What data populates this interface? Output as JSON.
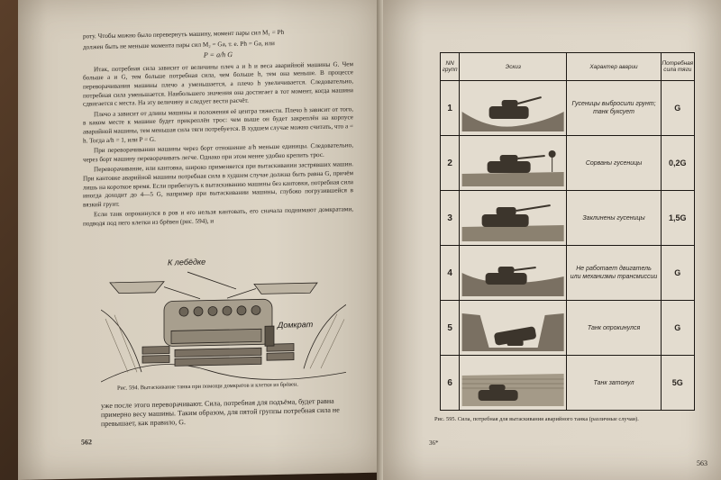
{
  "left_page": {
    "lines_top": [
      "роту. Чтобы можно было перевернуть машину, момент пары сил M₁ = Ph",
      "должен быть не меньше момента пары сил M₂ = Ga, т. е. Ph = Ga, или"
    ],
    "formula1": "P = a/h G",
    "paragraphs": [
      "Итак, потребная сила зависит от величины плеч a и h и веса аварийной машины G. Чем больше a и G, тем больше потребная сила, чем больше h, тем она меньше. В процессе переворачивания машины плечо a уменьшается, а плечо h увеличивается. Следовательно, потребная сила уменьшается. Наибольшего значения она достигает в тот момент, когда машина сдвигается с места. На эту величину и следует вести расчёт.",
      "Плечо a зависит от длины машины и положения её центра тяжести. Плечо h зависит от того, в каком месте к машине будет прикреплён трос: чем выше он будет закреплён на корпусе аварийной машины, тем меньшая сила тяги потребуется. В худшем случае можно считать, что a = h. Тогда a/h = 1, или P = G.",
      "При переворачивании машины через борт отношение a/h меньше единицы. Следовательно, через борт машину переворачивать легче. Однако при этом менее удобно крепить трос.",
      "Переворачивание, или кантовка, широко применяется при вытаскивании застрявших машин. При кантовке аварийной машины потребная сила в худшем случае должна быть равна G, причём лишь на короткое время. Если прибегнуть к вытаскиванию машины без кантовки, потребная сила иногда доходит до 4—5 G, например при вытаскивании машины, глубоко погрузившейся в вязкий грунт.",
      "Если танк опрокинулся в ров и его нельзя кантовать, его сначала поднимают домкратами, подводя под него клетки из брёвен (рис. 594), и"
    ],
    "figure_labels": {
      "top": "К лебёдке",
      "right": "Домкрат"
    },
    "caption": "Рис. 594. Вытаскивание танка при помощи домкратов и клетки из брёвен.",
    "bottom_text": "уже после этого переворачивают. Сила, потребная для подъёма, будет равна примерно весу машины. Таким образом, для пятой группы потребная сила не превышает, как правило, G.",
    "page_number": "562"
  },
  "right_page": {
    "table": {
      "headers": [
        "NN групп",
        "Эскиз",
        "Характер аварии",
        "Потребная сила тяги"
      ],
      "rows": [
        {
          "num": "1",
          "desc": "Гусеницы выбросили грунт; танк буксует",
          "force": "G"
        },
        {
          "num": "2",
          "desc": "Сорваны гусеницы",
          "force": "0,2G"
        },
        {
          "num": "3",
          "desc": "Заклинены гусеницы",
          "force": "1,5G"
        },
        {
          "num": "4",
          "desc": "Не работает двигатель или механизмы трансмиссии",
          "force": "G"
        },
        {
          "num": "5",
          "desc": "Танк опрокинулся",
          "force": "G"
        },
        {
          "num": "6",
          "desc": "Танк затонул",
          "force": "5G"
        }
      ]
    },
    "caption": "Рис. 595. Сила, потребная для вытаскивания аварийного танка (различные случаи).",
    "signature": "36*",
    "page_number": "563"
  }
}
